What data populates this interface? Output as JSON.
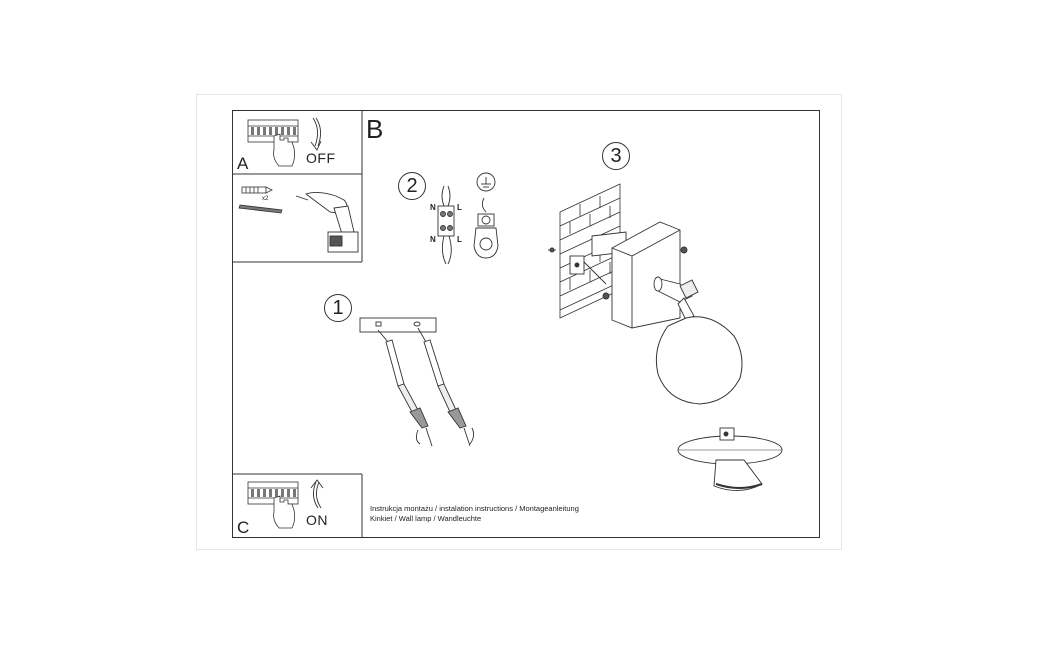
{
  "panels": {
    "a": {
      "letter": "A",
      "state": "OFF"
    },
    "b": {
      "letter": "B"
    },
    "c": {
      "letter": "C",
      "state": "ON"
    }
  },
  "drill_panel": {
    "multiplier": "x2"
  },
  "steps": {
    "one": "1",
    "two": "2",
    "three": "3"
  },
  "wiring": {
    "neutral": "N",
    "live": "L"
  },
  "caption": {
    "line1": "Instrukcja montażu / instalation instructions / Montageanleitung",
    "line2": "Kinkiet / Wall lamp / Wandleuchte"
  }
}
